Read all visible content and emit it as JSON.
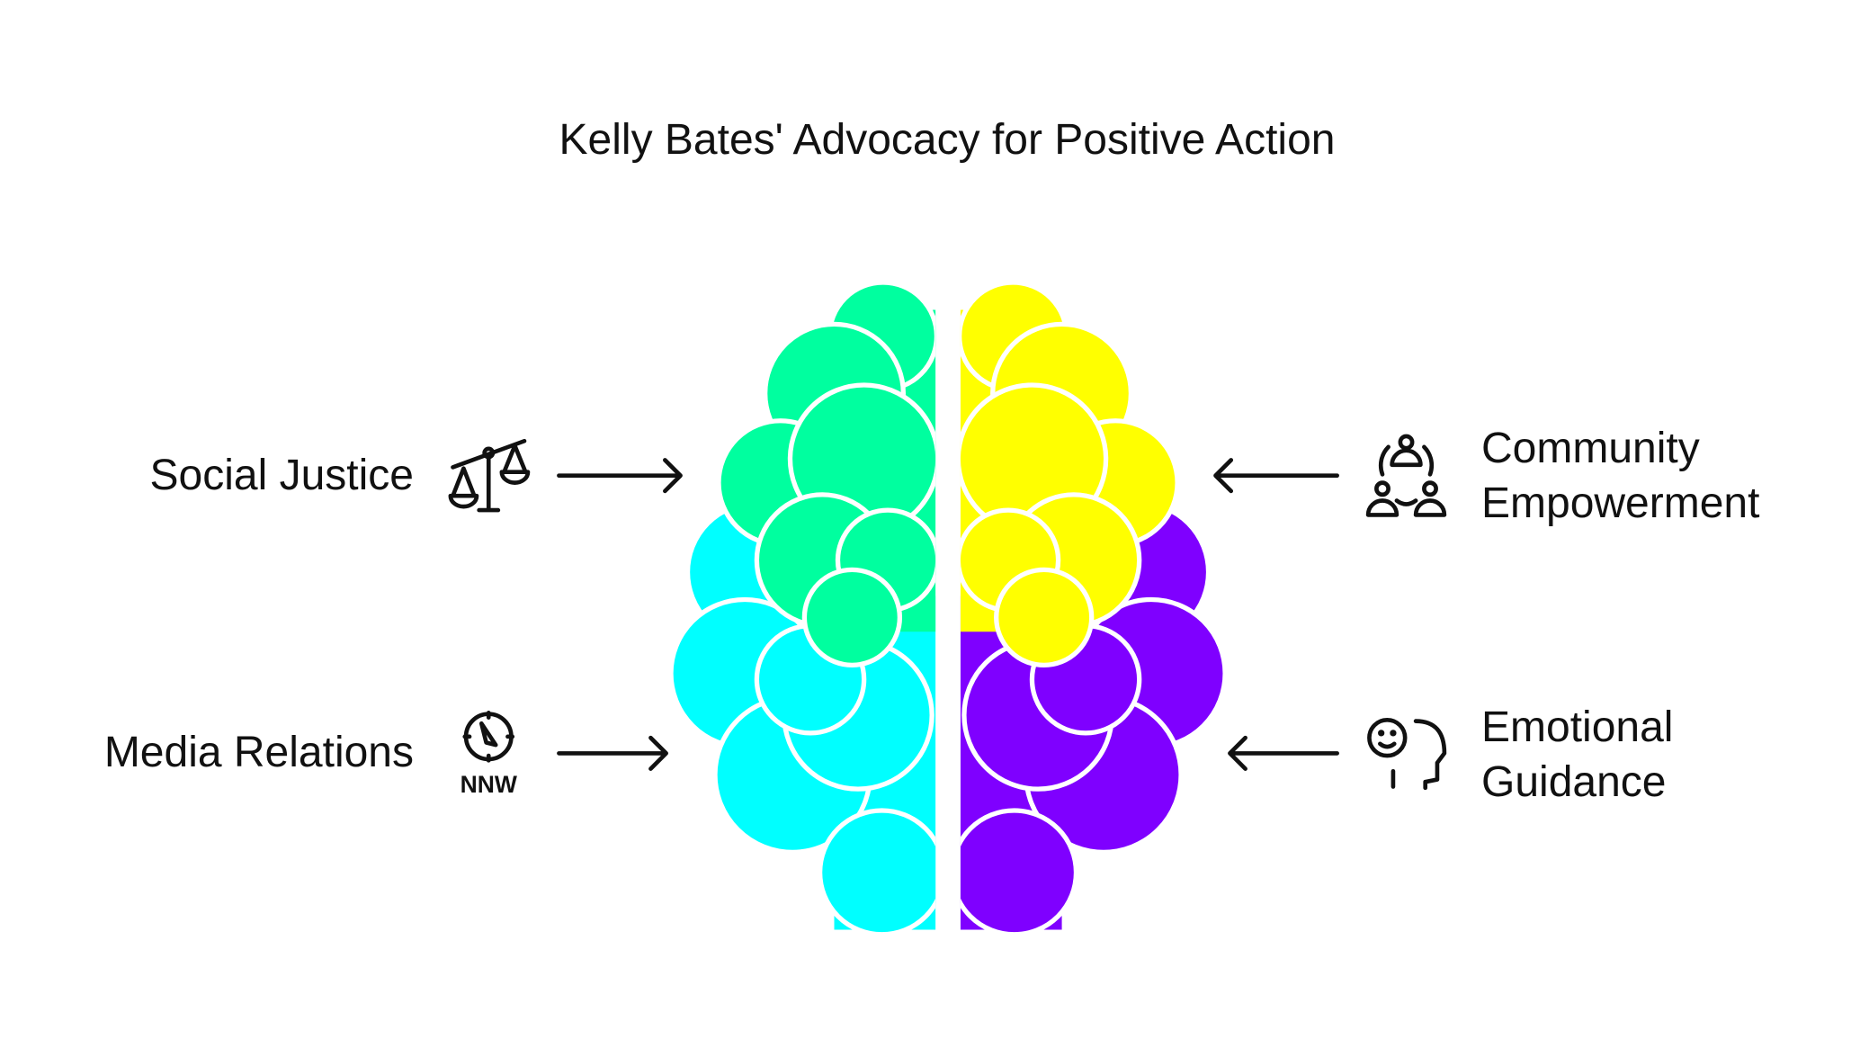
{
  "title": "Kelly Bates' Advocacy for Positive Action",
  "colors": {
    "green": "#00ff9f",
    "cyan": "#00ffff",
    "yellow": "#ffff00",
    "purple": "#7f00ff"
  },
  "items": [
    {
      "label": "Social Justice",
      "icon": "scales-icon",
      "position": "left-top"
    },
    {
      "label": "Media Relations",
      "icon": "compass-icon",
      "icon_text": "NNW",
      "position": "left-bottom"
    },
    {
      "label_line1": "Community",
      "label_line2": "Empowerment",
      "icon": "community-icon",
      "position": "right-top"
    },
    {
      "label_line1": "Emotional",
      "label_line2": "Guidance",
      "icon": "emotion-head-icon",
      "position": "right-bottom"
    }
  ]
}
